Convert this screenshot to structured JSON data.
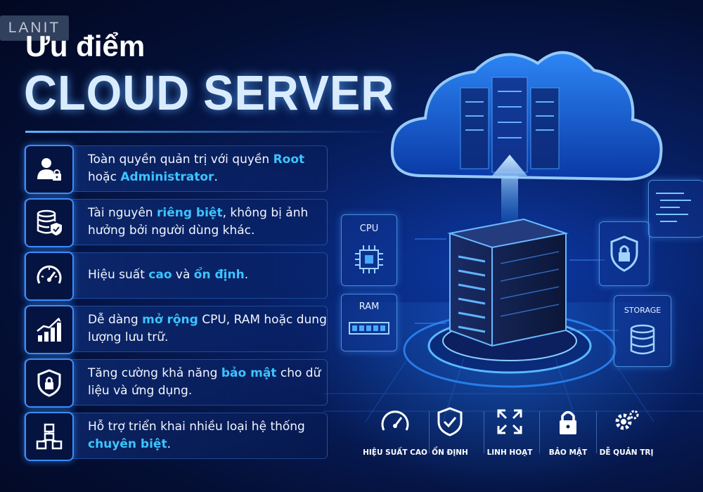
{
  "brand": "LANIT",
  "title": {
    "line1": "Ưu điểm",
    "line2": "CLOUD SERVER"
  },
  "features": [
    {
      "a": "Toàn quyền quản trị với quyền ",
      "b": "Root",
      "c": " hoặc ",
      "d": "Administrator",
      "e": "."
    },
    {
      "a": "Tài nguyên ",
      "b": "riêng biệt",
      "c": ", không bị ảnh hưởng bởi người dùng khác."
    },
    {
      "a": "Hiệu suất ",
      "b": "cao",
      "c": " và ",
      "d": "ổn định",
      "e": "."
    },
    {
      "a": "Dễ dàng ",
      "b": "mở rộng",
      "c": " CPU, RAM hoặc dung lượng lưu trữ."
    },
    {
      "a": "Tăng cường khả năng ",
      "b": "bảo mật",
      "c": " cho dữ liệu và ứng dụng."
    },
    {
      "a": "Hỗ trợ triển khai nhiều loại hệ thống ",
      "b": "chuyên biệt",
      "c": "."
    }
  ],
  "panels": {
    "cpu": "CPU",
    "ram": "RAM",
    "storage": "STORAGE"
  },
  "benefits": [
    "HIỆU SUẤT CAO",
    "ỔN ĐỊNH",
    "LINH HOẠT",
    "BẢO MẬT",
    "DỄ QUẢN TRỊ"
  ],
  "colors": {
    "accent": "#3cc4ff",
    "background": "#071f63",
    "border": "#3b8cff"
  }
}
